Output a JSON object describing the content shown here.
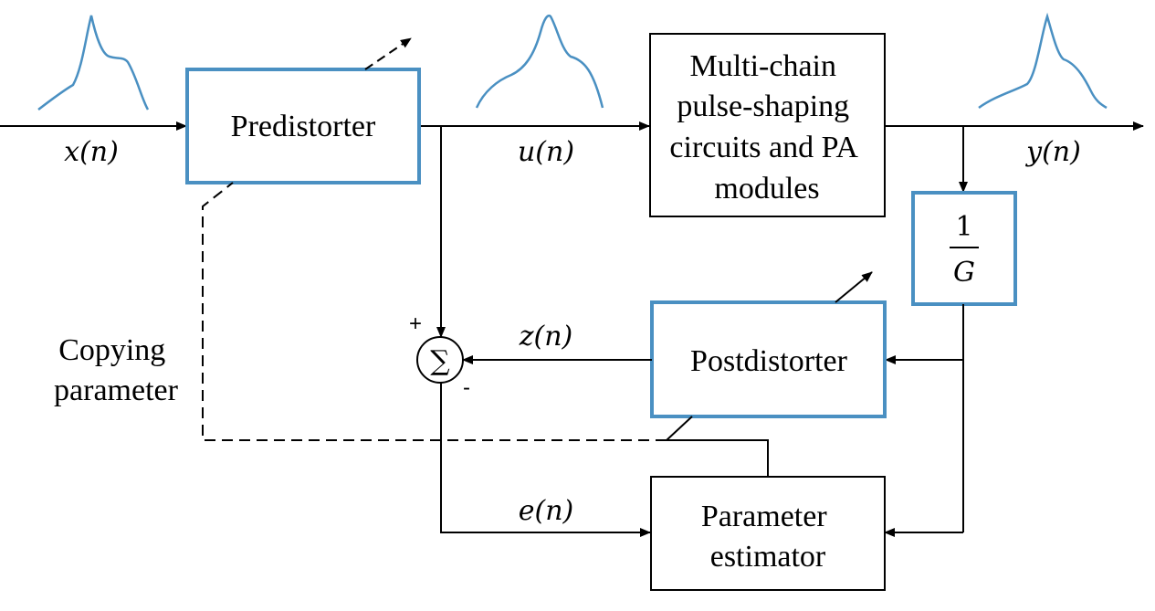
{
  "blocks": {
    "predistorter": "Predistorter",
    "pa_modules": [
      "Multi-chain",
      "pulse-shaping",
      "circuits and PA",
      "modules"
    ],
    "gain_inverse": {
      "numerator": "1",
      "denominator": "G"
    },
    "postdistorter": "Postdistorter",
    "parameter_estimator": [
      "Parameter",
      "estimator"
    ],
    "summer": "∑"
  },
  "signals": {
    "x": "x(n)",
    "u": "u(n)",
    "y": "y(n)",
    "z": "z(n)",
    "e": "e(n)"
  },
  "signs": {
    "plus": "+",
    "minus": "-"
  },
  "side_label": [
    "Copying",
    "parameter"
  ],
  "colors": {
    "accent_box": "#4a90c2",
    "line": "#000000",
    "waveform": "#4a90c2"
  }
}
